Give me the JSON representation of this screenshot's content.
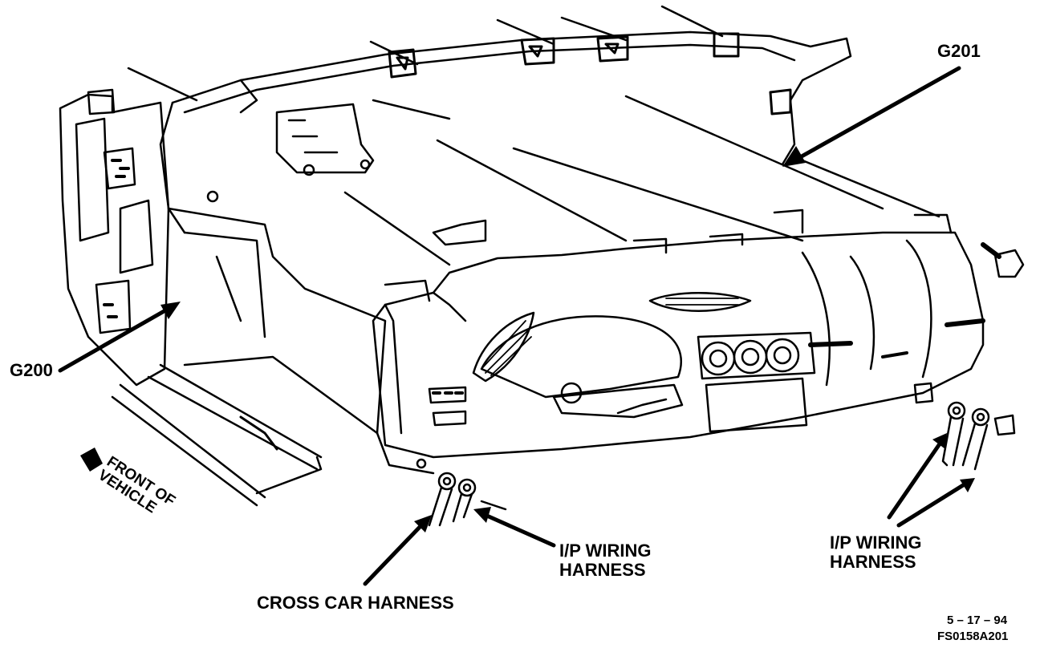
{
  "labels": {
    "g201": "G201",
    "g200": "G200",
    "front_line1": "FRONT OF",
    "front_line2": "VEHICLE",
    "ip_left_line1": "I/P WIRING",
    "ip_left_line2": "HARNESS",
    "ip_right_line1": "I/P WIRING",
    "ip_right_line2": "HARNESS",
    "cross_car": "CROSS CAR HARNESS",
    "date": "5 – 17 – 94",
    "figure_id": "FS0158A201"
  }
}
